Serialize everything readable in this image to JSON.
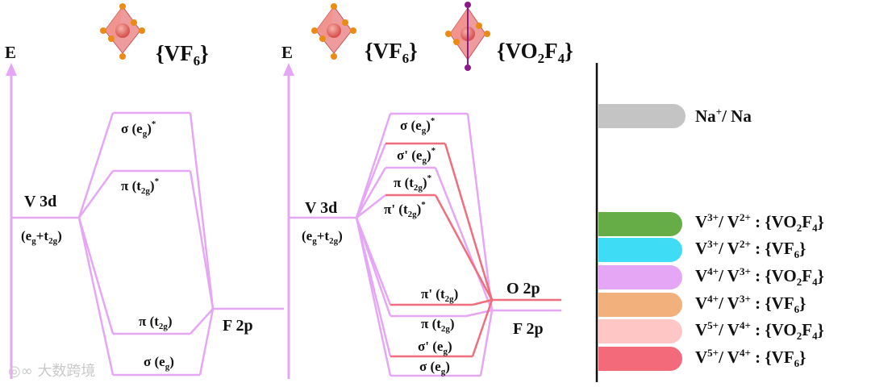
{
  "axis_label": "E",
  "left_panel": {
    "cluster_label": "{VF6}",
    "metal_label": "V 3d",
    "metal_sub": "(eg+t2g)",
    "levels": [
      "σ (eg)*",
      "π (t2g)*",
      "π (t2g)",
      "σ (eg)"
    ],
    "ligand_label": "F 2p"
  },
  "right_panel": {
    "cluster_labels": [
      "{VF6}",
      "{VO2F4}"
    ],
    "metal_label": "V 3d",
    "metal_sub": "(eg+t2g)",
    "levels": [
      "σ (eg)*",
      "σ' (eg)*",
      "π (t2g)*",
      "π' (t2g)*",
      "π' (t2g)",
      "π (t2g)",
      "σ' (eg)",
      "σ (eg)"
    ],
    "ligand_labels": [
      "O 2p",
      "F 2p"
    ]
  },
  "legend": [
    {
      "text": "Na+/ Na",
      "color": "#c4c4c4"
    },
    {
      "text": "V3+/ V2+ : {VO2F4}",
      "color": "#66ac47"
    },
    {
      "text": "V3+/ V2+ : {VF6}",
      "color": "#3fdcf5"
    },
    {
      "text": "V4+/ V3+ : {VO2F4}",
      "color": "#e6a6f6"
    },
    {
      "text": "V4+/ V3+ : {VF6}",
      "color": "#f1b07c"
    },
    {
      "text": "V5+/ V4+ : {VO2F4}",
      "color": "#ffc6c6"
    },
    {
      "text": "V5+/ V4+ : {VF6}",
      "color": "#f36b7a"
    }
  ],
  "colors": {
    "orbital_line": "#e9a5f6",
    "oxygen_line": "#ef6d7c",
    "octahedron": "#e5666a",
    "fluorine_atom": "#e98b14",
    "oxygen_atom": "#8b1a8b"
  },
  "watermark": "大数跨境"
}
